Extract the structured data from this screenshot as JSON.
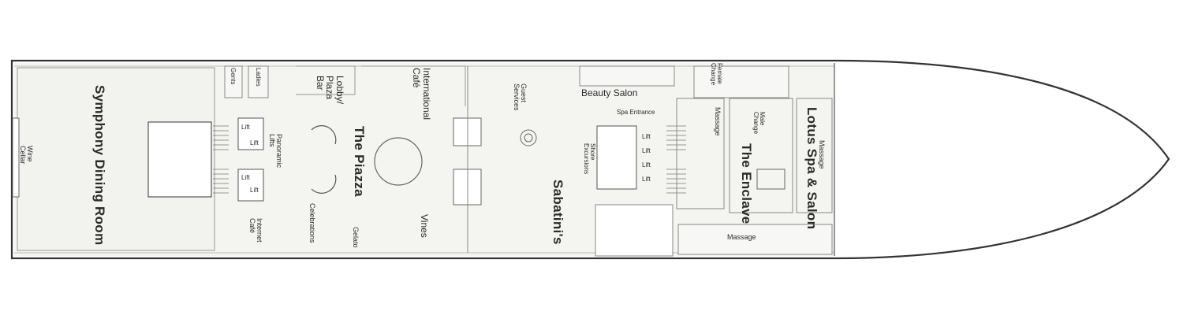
{
  "deck_plan": {
    "rooms": {
      "dining": "Symphony Dining Room",
      "wine": "Wine Cellar",
      "gents": "Gents",
      "ladies": "Ladies",
      "lobby": "Lobby/ Plaza Bar",
      "intl_cafe": "International Café",
      "piazza": "The Piazza",
      "panoramic": "Panoramic Lifts",
      "internet_cafe": "Internet Café",
      "celebrations": "Celebrations",
      "gelato": "Gelato",
      "vines": "Vines",
      "guest_services": "Guest Services",
      "beauty_salon": "Beauty Salon",
      "spa_entrance": "Spa Entrance",
      "shore": "Shore Excursions",
      "sabatinis": "Sabatini's",
      "female_change": "Female Change",
      "male_change": "Male Change",
      "massage_a": "Massage",
      "enclave": "The Enclave",
      "lotus": "Lotus Spa & Salon",
      "massage_b": "Massage",
      "massage_c": "Massage"
    },
    "lift_label": "Lift"
  }
}
